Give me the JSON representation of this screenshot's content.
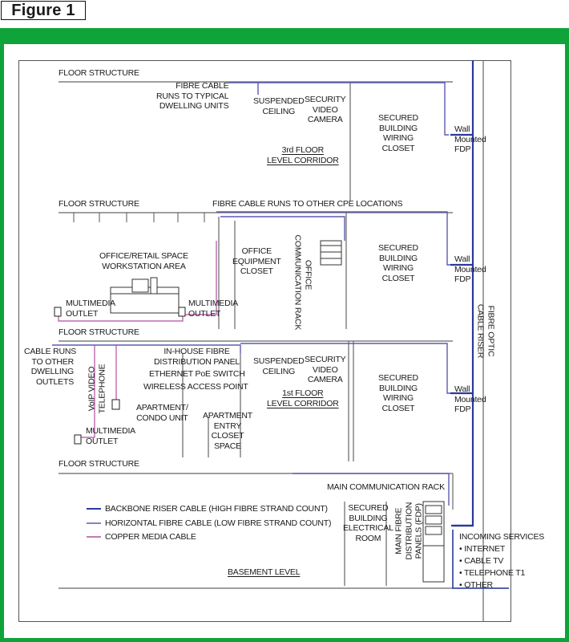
{
  "figure_label": "Figure 1",
  "colors": {
    "frame": "#0fa43a",
    "backbone": "#2a3a9a",
    "horizontal": "#5b5bb0",
    "copper": "#b04fa0"
  },
  "labels": {
    "floor1": "FLOOR STRUCTURE",
    "floor2": "FLOOR STRUCTURE",
    "floor3": "FLOOR STRUCTURE",
    "floor4": "FLOOR STRUCTURE",
    "fibre_dwelling": "FIBRE CABLE\nRUNS TO TYPICAL\nDWELLING UNITS",
    "susp_ceiling_top": "SUSPENDED\nCEILING",
    "security_top": "SECURITY\nVIDEO\nCAMERA",
    "closet_3": "SECURED\nBUILDING\nWIRING\nCLOSET",
    "wall_fdp_3": "Wall\nMounted\nFDP",
    "corridor_3": "3rd FLOOR\nLEVEL CORRIDOR",
    "fibre_cpe": "FIBRE CABLE RUNS TO OTHER CPE LOCATIONS",
    "office_space": "OFFICE/RETAIL SPACE\nWORKSTATION AREA",
    "office_equip": "OFFICE\nEQUIPMENT\nCLOSET",
    "office_rack": "OFFICE\nCOMMUNICATION RACK",
    "closet_2": "SECURED\nBUILDING\nWIRING\nCLOSET",
    "wall_fdp_2": "Wall\nMounted\nFDP",
    "mm_outlet_left": "MULTIMEDIA\nOUTLET",
    "mm_outlet_right": "MULTIMEDIA\nOUTLET",
    "cable_runs_other": "CABLE RUNS\nTO OTHER\nDWELLING\nOUTLETS",
    "voip": "VoIP VIDEO\nTELEPHONE",
    "inhouse_panel": "IN-HOUSE FIBRE\nDISTRIBUTION PANEL",
    "poe_switch": "ETHERNET PoE SWITCH",
    "wireless_ap": "WIRELESS ACCESS POINT",
    "susp_ceiling_mid": "SUSPENDED\nCEILING",
    "security_mid": "SECURITY\nVIDEO\nCAMERA",
    "closet_1": "SECURED\nBUILDING\nWIRING\nCLOSET",
    "wall_fdp_1": "Wall\nMounted\nFDP",
    "corridor_1": "1st FLOOR\nLEVEL CORRIDOR",
    "apartment_unit": "APARTMENT/\nCONDO UNIT",
    "apartment_closet": "APARTMENT\nENTRY\nCLOSET\nSPACE",
    "mm_outlet_apt": "MULTIMEDIA\nOUTLET",
    "riser": "FIBRE OPTIC\nCABLE RISER",
    "main_rack": "MAIN COMMUNICATION RACK",
    "electrical_room": "SECURED\nBUILDING\nELECTRICAL\nROOM",
    "main_fdp": "MAIN FIBRE\nDISTRIBUTION\nPANELS (FDP)",
    "incoming": "INCOMING SERVICES",
    "basement": "BASEMENT LEVEL"
  },
  "incoming_services": [
    "• INTERNET",
    "• CABLE TV",
    "• TELEPHONE T1",
    "• OTHER"
  ],
  "legend": [
    {
      "label": "BACKBONE RISER CABLE (HIGH FIBRE STRAND COUNT)",
      "color": "#2a3a9a"
    },
    {
      "label": "HORIZONTAL FIBRE CABLE (LOW FIBRE STRAND COUNT)",
      "color": "#5b5bb0"
    },
    {
      "label": "COPPER MEDIA CABLE",
      "color": "#b04fa0"
    }
  ]
}
